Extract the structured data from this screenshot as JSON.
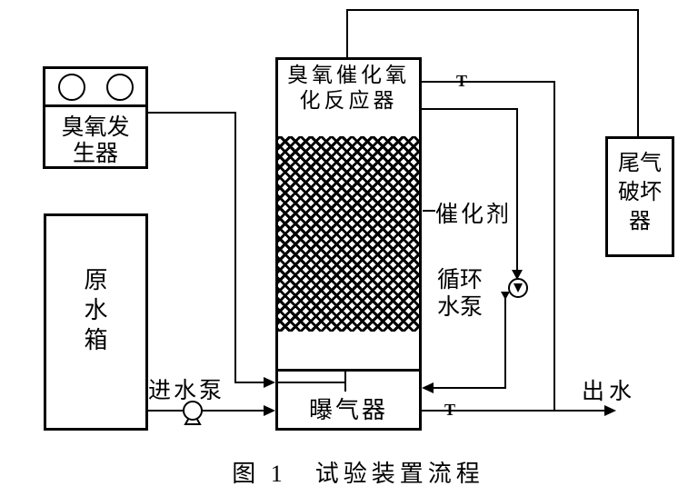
{
  "figure": {
    "caption": "图 1　试验装置流程"
  },
  "components": {
    "ozone_generator": "臭氧发\n生器",
    "raw_water_tank": "原\n水\n箱",
    "reactor": "臭氧催化氧\n化反应器",
    "catalyst": "催化剂",
    "aerator": "曝气器",
    "tail_gas_destructor": "尾气\n破坏\n器",
    "circulation_pump": "循环\n水泵",
    "feed_pump": "进水泵",
    "effluent": "出水",
    "sampling_port": "T"
  },
  "colors": {
    "line": "#000000",
    "background": "#ffffff"
  }
}
